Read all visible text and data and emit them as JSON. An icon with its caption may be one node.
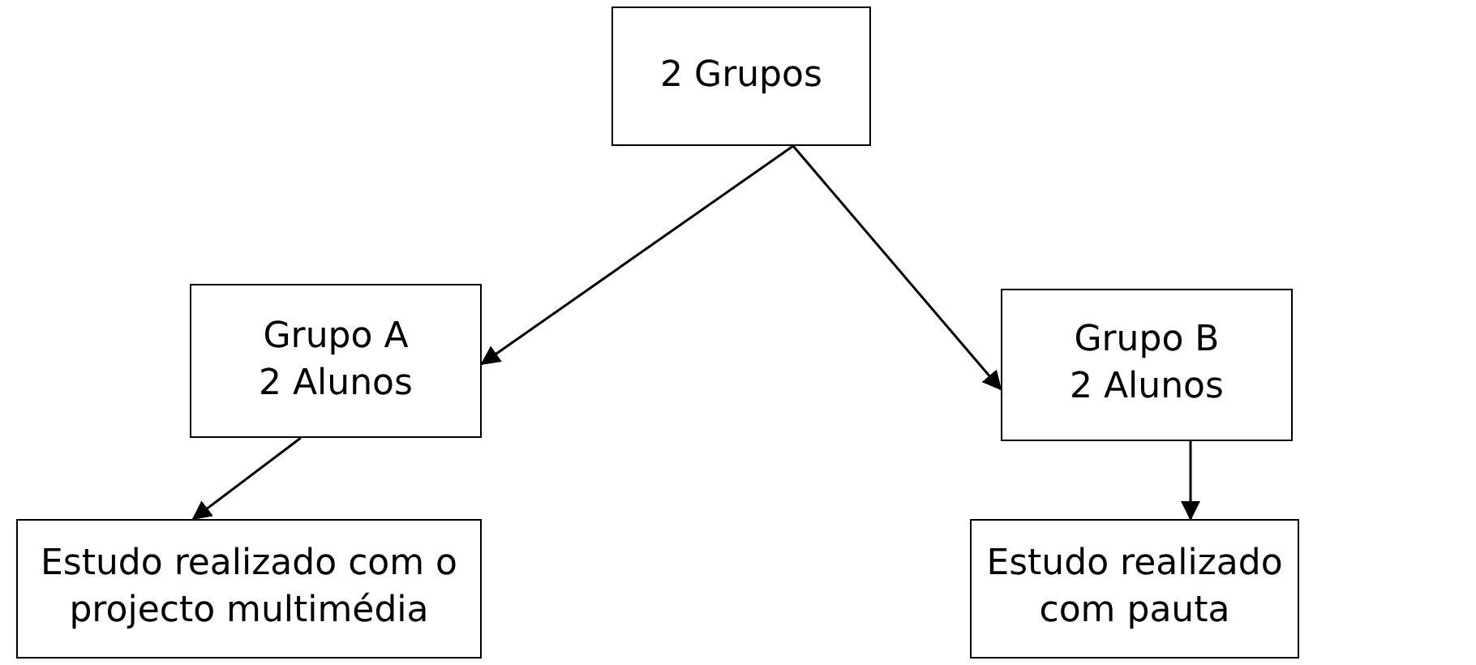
{
  "diagram": {
    "nodes": [
      {
        "text": [
          "2 Grupos"
        ]
      },
      {
        "text": [
          "Grupo A",
          "2 Alunos"
        ]
      },
      {
        "text": [
          "Grupo B",
          "2 Alunos"
        ]
      },
      {
        "text": [
          "Estudo realizado com o projecto multimédia"
        ]
      },
      {
        "text": [
          "Estudo realizado com pauta"
        ]
      }
    ],
    "edges": [
      {
        "from": 0,
        "to": 1,
        "arrow": "to"
      },
      {
        "from": 0,
        "to": 2,
        "arrow": "to"
      },
      {
        "from": 1,
        "to": 3,
        "arrow": "to"
      },
      {
        "from": 2,
        "to": 4,
        "arrow": "to"
      }
    ]
  }
}
